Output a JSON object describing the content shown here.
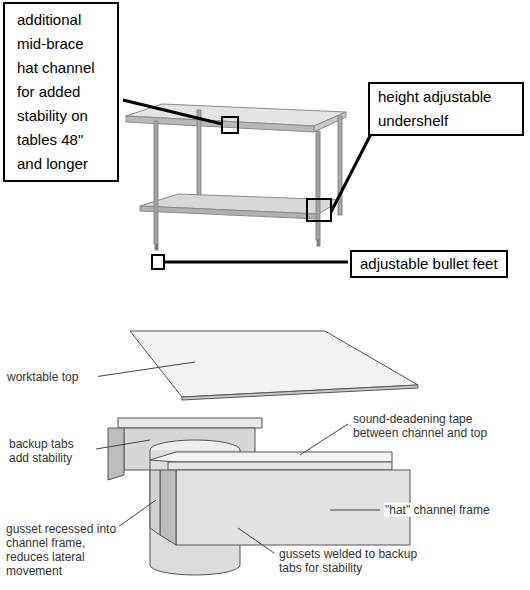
{
  "diagram": {
    "nodes": [
      {
        "text": [
          "additional mid-brace hat channel for added stability on tables 48\" and longer"
        ]
      },
      {
        "text": [
          "height adjustable undershelf"
        ]
      },
      {
        "text": [
          "adjustable bullet feet"
        ]
      }
    ],
    "labels": [
      "worktable top",
      "sound-deadening tape between channel and top",
      "backup tabs add stability",
      "\"hat\" channel frame",
      "gusset recessed into channel frame, reduces lateral movement",
      "gussets welded to backup tabs for stability"
    ]
  }
}
